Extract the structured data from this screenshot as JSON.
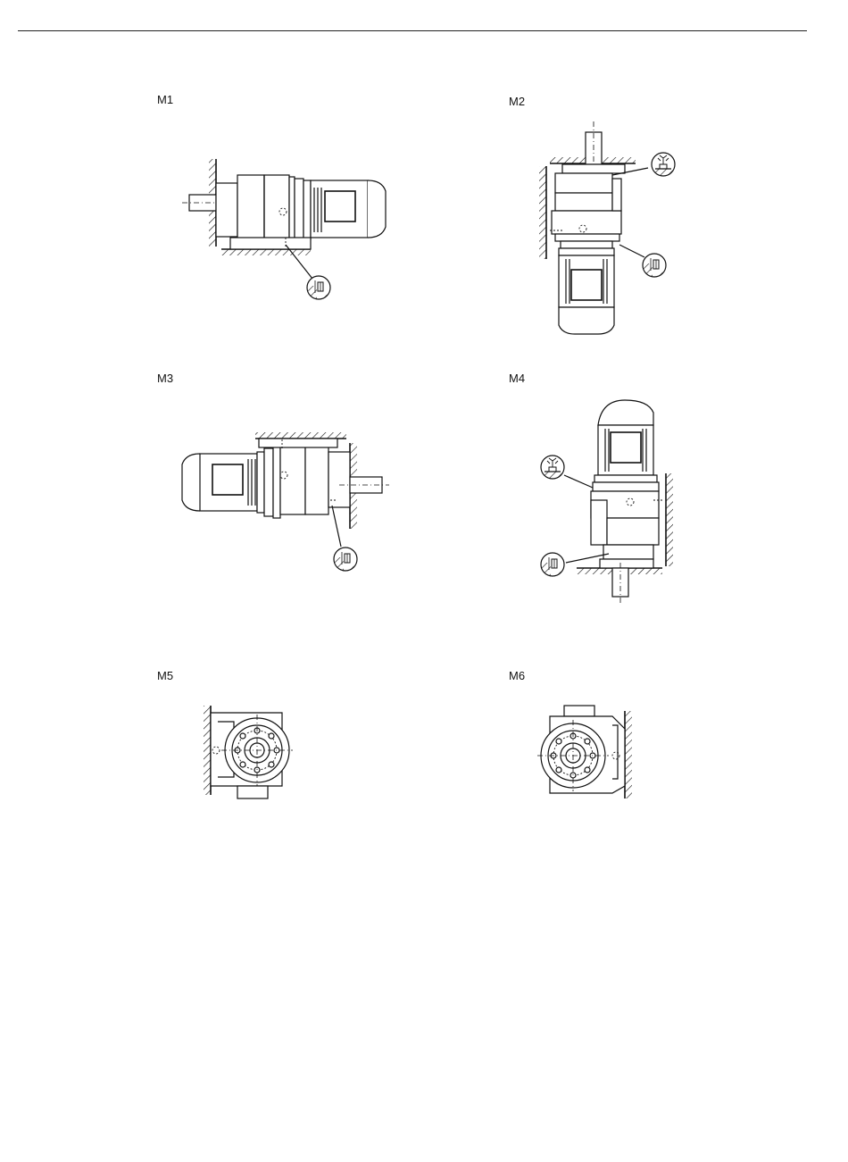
{
  "positions": [
    {
      "id": "M1",
      "label": "M1"
    },
    {
      "id": "M2",
      "label": "M2"
    },
    {
      "id": "M3",
      "label": "M3"
    },
    {
      "id": "M4",
      "label": "M4"
    },
    {
      "id": "M5",
      "label": "M5"
    },
    {
      "id": "M6",
      "label": "M6"
    }
  ],
  "icons": {
    "oil_level": "oil-level-icon",
    "breather": "breather-icon"
  }
}
